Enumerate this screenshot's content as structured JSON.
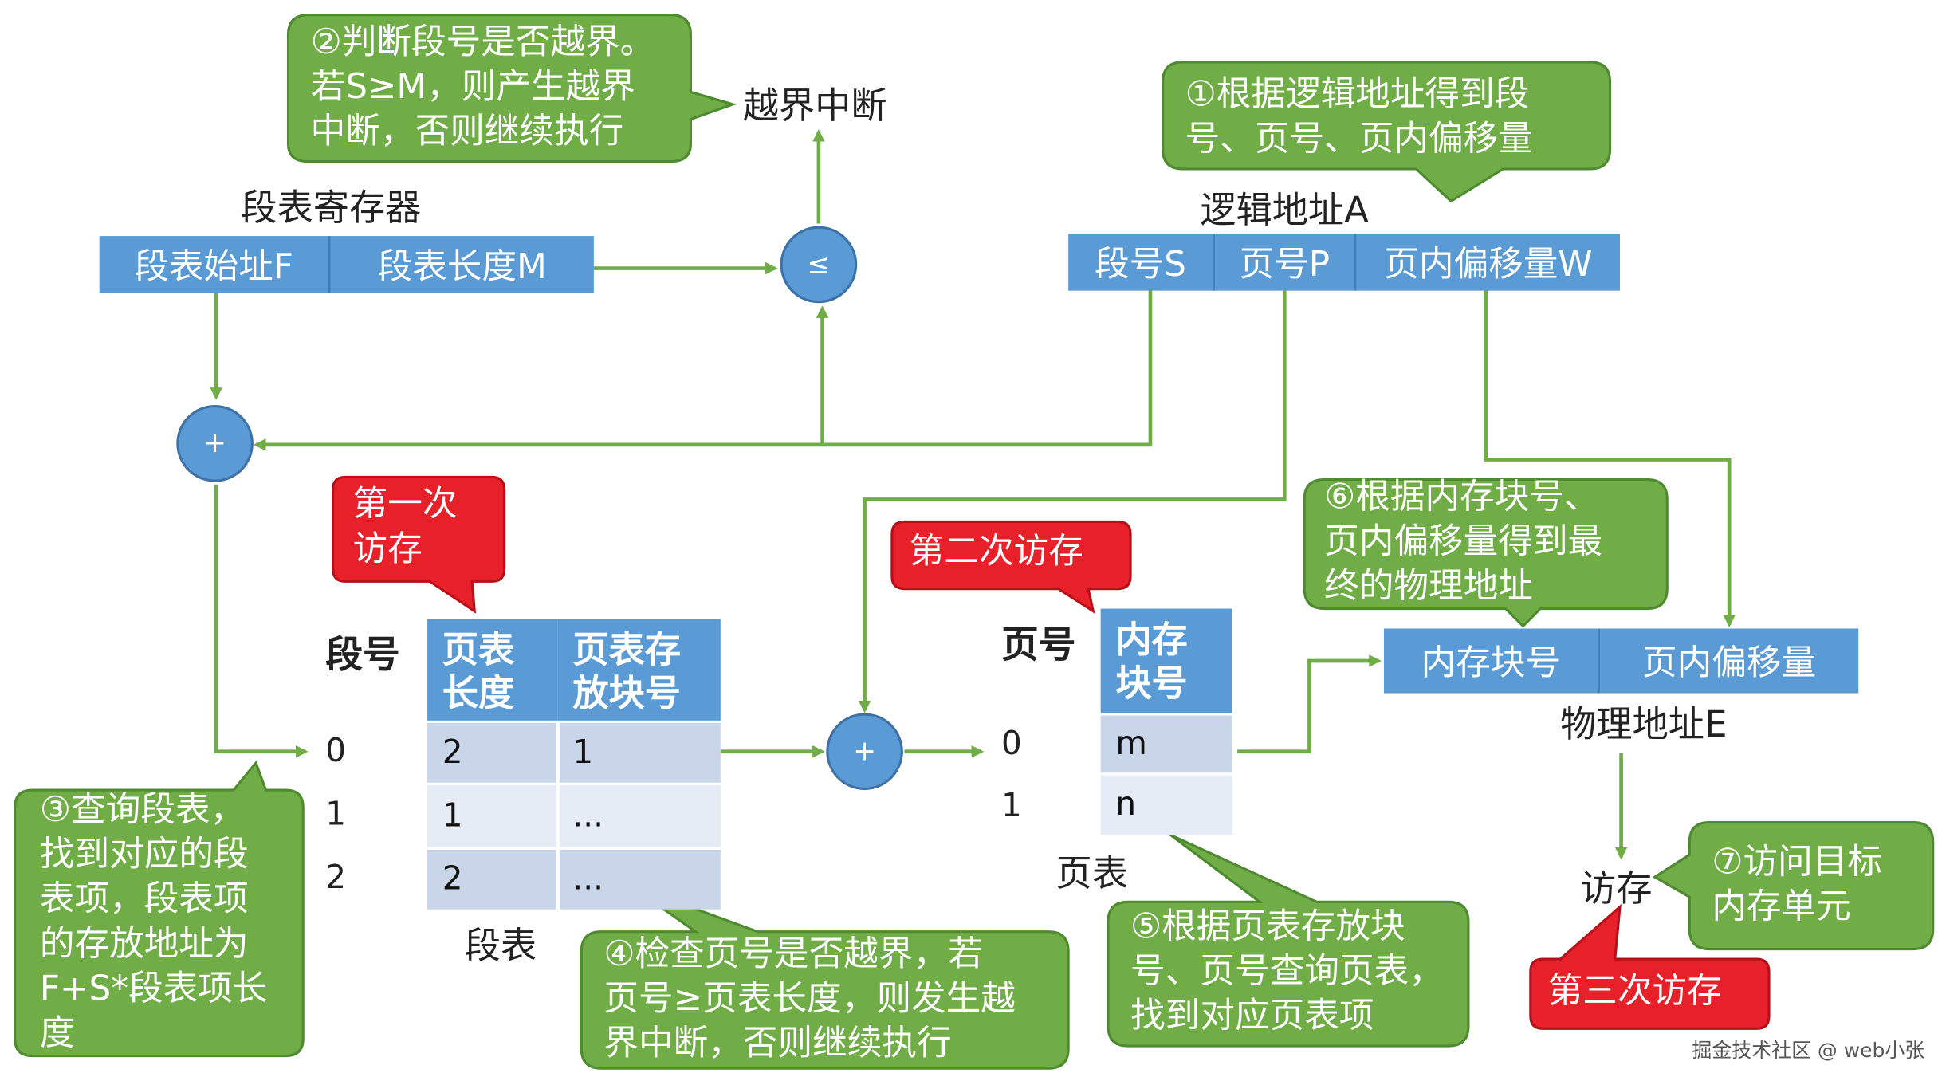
{
  "bubbles": {
    "b2": [
      "②判断段号是否越界。",
      "若S≥M，则产生越界",
      "中断，否则继续执行"
    ],
    "b1": [
      "①根据逻辑地址得到段",
      "号、页号、页内偏移量"
    ],
    "b3": [
      "③查询段表，",
      "找到对应的段",
      "表项，段表项",
      "的存放地址为",
      "F+S*段表项长",
      "度"
    ],
    "b4": [
      "④检查页号是否越界，若",
      "页号≥页表长度，则发生越",
      "界中断，否则继续执行"
    ],
    "b5": [
      "⑤根据页表存放块",
      "号、页号查询页表，",
      "找到对应页表项"
    ],
    "b6": [
      "⑥根据内存块号、",
      "页内偏移量得到最",
      "终的物理地址"
    ],
    "b7": [
      "⑦访问目标",
      "内存单元"
    ],
    "r1": [
      "第一次",
      "访存"
    ],
    "r2": [
      "第二次访存"
    ],
    "r3": [
      "第三次访存"
    ]
  },
  "labels": {
    "interrupt": "越界中断",
    "seg_register": "段表寄存器",
    "logical_address": "逻辑地址A",
    "physical_address": "物理地址E",
    "seg_no_header": "段号",
    "page_no_header": "页号",
    "seg_table": "段表",
    "page_table": "页表",
    "access": "访存",
    "le": "≤",
    "plus": "+",
    "watermark": "掘金技术社区 @ web小张"
  },
  "register": {
    "start": "段表始址F",
    "length": "段表长度M"
  },
  "logical": {
    "seg": "段号S",
    "page": "页号P",
    "offset": "页内偏移量W"
  },
  "physical": {
    "block": "内存块号",
    "offset": "页内偏移量"
  },
  "segment_table": {
    "headers": [
      "页表\n长度",
      "页表存\n放块号"
    ],
    "row_labels": [
      "0",
      "1",
      "2"
    ],
    "rows": [
      [
        "2",
        "1"
      ],
      [
        "1",
        "..."
      ],
      [
        "2",
        "..."
      ]
    ]
  },
  "page_table": {
    "header": "内存\n块号",
    "row_labels": [
      "0",
      "1"
    ],
    "rows": [
      "m",
      "n"
    ]
  },
  "colors": {
    "green": "#70ad47",
    "blue": "#5b9bd5",
    "red": "#e8202a"
  }
}
